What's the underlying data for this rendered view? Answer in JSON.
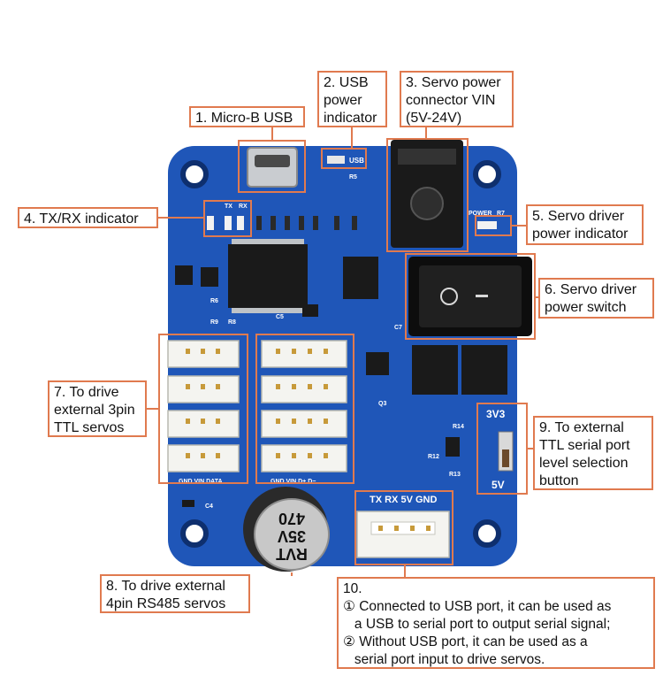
{
  "callouts": {
    "c1": {
      "lines": [
        "1. Micro-B USB"
      ]
    },
    "c2": {
      "lines": [
        "2. USB",
        "power",
        "indicator"
      ]
    },
    "c3": {
      "lines": [
        "3. Servo power",
        "connector VIN",
        "(5V-24V)"
      ]
    },
    "c4": {
      "lines": [
        "4. TX/RX indicator"
      ]
    },
    "c5": {
      "lines": [
        "5. Servo driver",
        "power indicator"
      ]
    },
    "c6": {
      "lines": [
        "6. Servo driver",
        "power switch"
      ]
    },
    "c7": {
      "lines": [
        "7. To drive",
        "external 3pin",
        "TTL servos"
      ]
    },
    "c8": {
      "lines": [
        "8. To drive external",
        "4pin RS485 servos"
      ]
    },
    "c9": {
      "lines": [
        "9. To external",
        "TTL serial port",
        "level selection",
        "button"
      ]
    },
    "c10": {
      "lines": [
        "10.",
        "① Connected to USB port, it can be used as",
        "   a USB to serial port to output serial signal;",
        "② Without USB port, it can be used as a",
        "   serial port input to drive servos."
      ]
    }
  },
  "board": {
    "usb_label": "USB",
    "r5": "R5",
    "tx": "TX",
    "rx": "RX",
    "power": "POWER",
    "r7": "R7",
    "r6": "R6",
    "r8": "R8",
    "r9": "R9",
    "c5": "C5",
    "c7": "C7",
    "q3": "Q3",
    "r14": "R14",
    "r12": "R12",
    "r13": "R13",
    "c4": "C4",
    "ttl_header": "GND  VIN  DATA",
    "rs485_header": "GND  VIN  D+  D−",
    "serial_header": "TX RX 5V GND",
    "level_3v3": "3V3",
    "level_5v": "5V",
    "cap_line1": "RVT",
    "cap_line2": "35V",
    "cap_line3": "470"
  },
  "colors": {
    "pcb": "#1f56b8",
    "callout_border": "#e07a4f",
    "connector": "#f4f4f0",
    "silkscreen": "#ffffff"
  }
}
